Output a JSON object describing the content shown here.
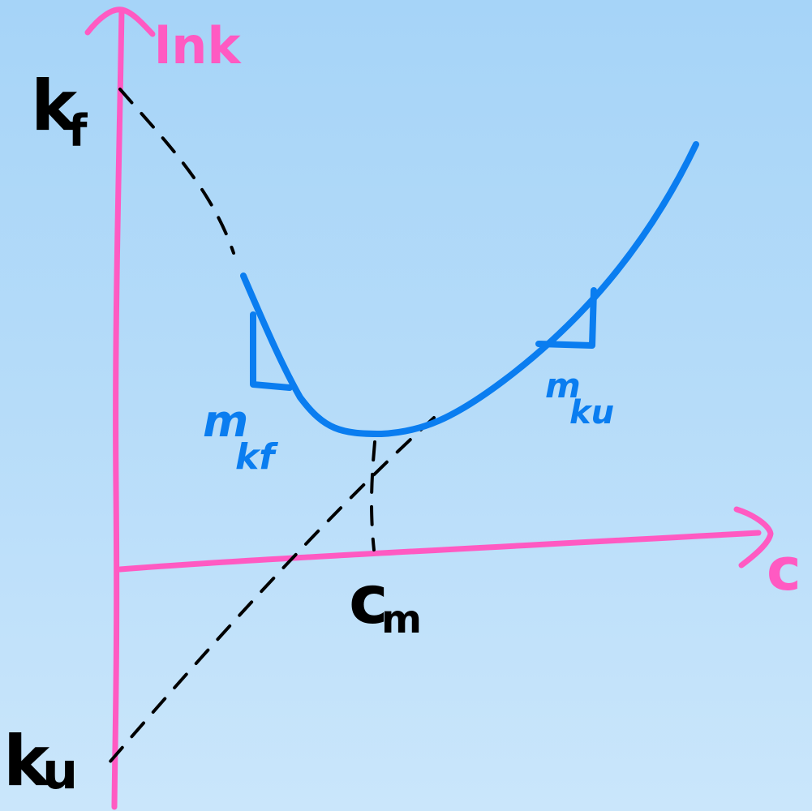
{
  "axes": {
    "y_label": "lnk",
    "x_label": "c"
  },
  "labels": {
    "k_f": {
      "main": "k",
      "sub": "f"
    },
    "k_u": {
      "main": "k",
      "sub": "u"
    },
    "c_m": {
      "main": "c",
      "sub": "m"
    },
    "m_kf": {
      "main": "m",
      "sub": "kf"
    },
    "m_ku": {
      "main": "m",
      "sub": "ku"
    }
  },
  "colors": {
    "axis": "#ff5ac2",
    "curve": "#0a7df0",
    "guide": "#000000",
    "text": "#000000"
  }
}
